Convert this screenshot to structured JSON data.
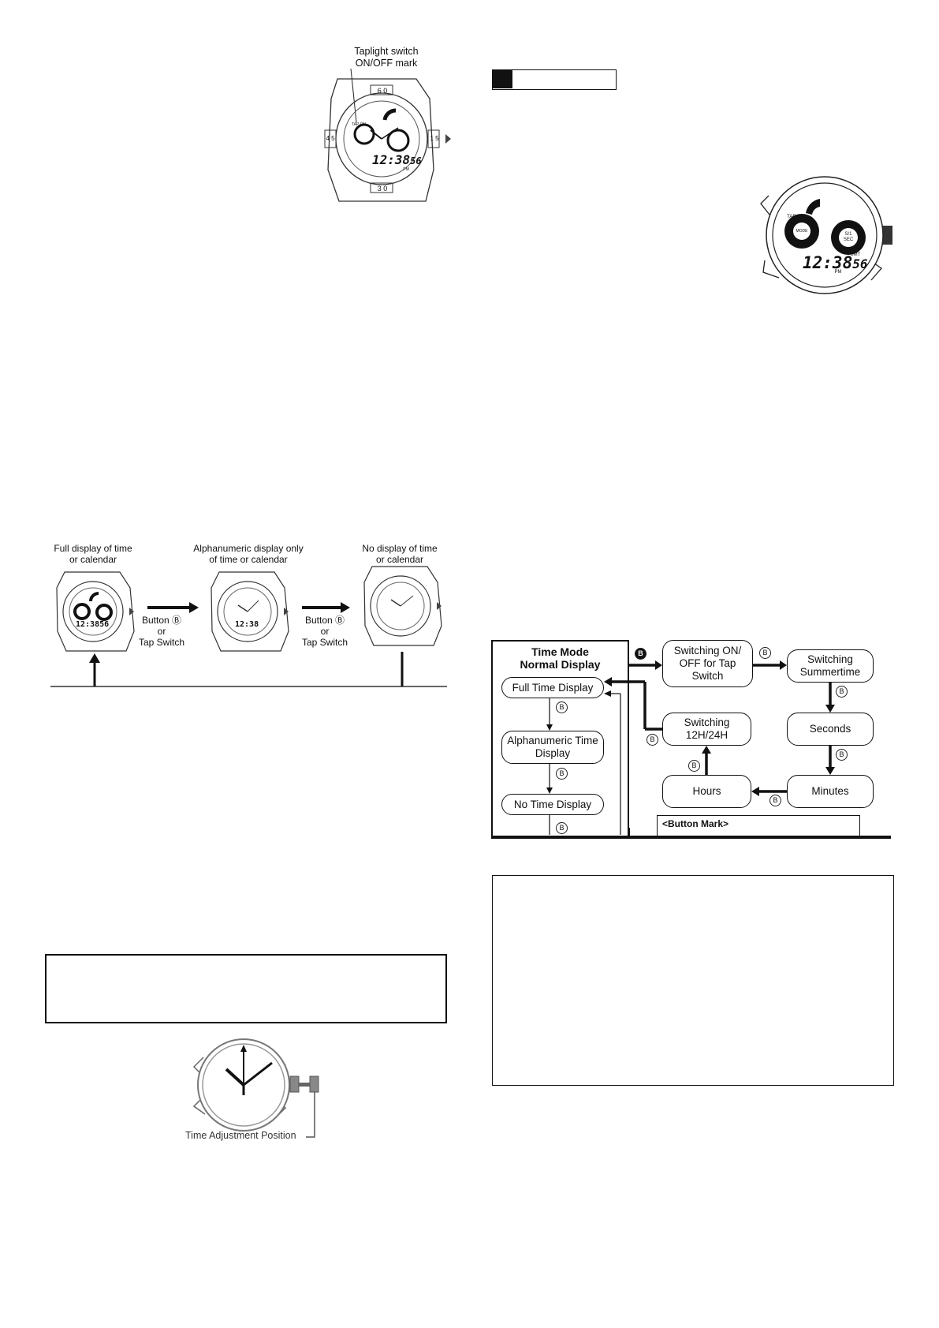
{
  "top_watch": {
    "callout": [
      "Taplight switch",
      "ON/OFF mark"
    ],
    "bezel_marks": [
      "6 0",
      "1 5",
      "3 0",
      "4 5"
    ],
    "digital": "12:38",
    "digital_sec": "56",
    "ampm": "PM",
    "tap_label": "TAP ON"
  },
  "header_block": {
    "text": ""
  },
  "right_watch": {
    "tap_label": "TAP ON",
    "sub_top": "S/1",
    "sub_bottom": "SEC",
    "smt": "SMT",
    "mode": "MODE",
    "digital": "12:38",
    "digital_sec": "56",
    "ampm": "PM"
  },
  "display_sequence": {
    "captions": [
      [
        "Full display of time",
        "or calendar"
      ],
      [
        "Alphanumeric display only",
        "of time or calendar"
      ],
      [
        "No display of time",
        "or calendar"
      ]
    ],
    "arrow_labels": [
      [
        "Button Ⓑ",
        "or",
        "Tap Switch"
      ],
      [
        "Button Ⓑ",
        "or",
        "Tap Switch"
      ]
    ]
  },
  "flowchart": {
    "title": [
      "Time Mode",
      "Normal Display"
    ],
    "left_boxes": [
      "Full Time Display",
      "Alphanumeric Time Display",
      "No Time Display"
    ],
    "nodes": {
      "tap": "Switching ON/ OFF for Tap Switch",
      "summer": "Switching Summertime",
      "seconds": "Seconds",
      "minutes": "Minutes",
      "hours": "Hours",
      "h12": "Switching 12H/24H"
    },
    "b_mark": "B",
    "button_mark_label": "<Button Mark>"
  },
  "time_adjust": {
    "label": "Time Adjustment Position"
  }
}
